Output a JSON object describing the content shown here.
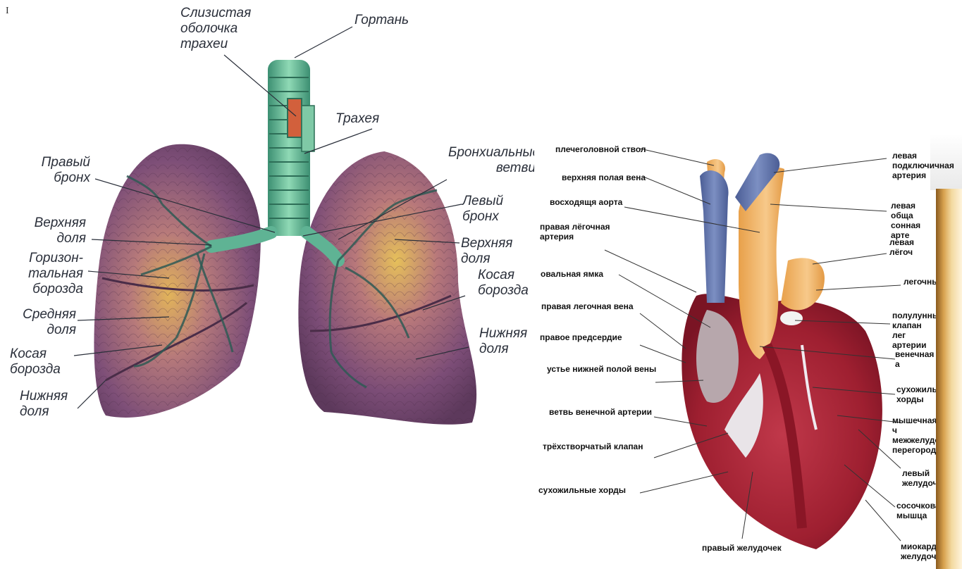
{
  "lungs": {
    "labels": {
      "mucosa": "Слизистая\nоболочка\nтрахеи",
      "larynx": "Гортань",
      "trachea": "Трахея",
      "bronchial_branches": "Бронхиальные\nветви",
      "right_bronchus": "Правый\nбронх",
      "left_bronchus": "Левый\nбронх",
      "upper_lobe_left": "Верхняя\nдоля",
      "horizontal_fissure": "Горизон-\nтальная\nборозда",
      "middle_lobe": "Средняя\nдоля",
      "oblique_fissure_left": "Косая\nборозда",
      "lower_lobe_left": "Нижняя\nдоля",
      "upper_lobe_right": "Верхняя доля",
      "oblique_fissure_right": "Косая\nборозда",
      "lower_lobe_right": "Нижняя\nдоля"
    },
    "corner_mark": "I"
  },
  "heart": {
    "labels": {
      "brachiocephalic": "плечеголовной ствол",
      "svc": "верхняя полая вена",
      "asc_aorta": "восходящя аорта",
      "r_pulm_artery": "правая лёгочная\nартерия",
      "fossa_ovalis": "овальная ямка",
      "r_pulm_vein": "правая легочная вена",
      "r_atrium": "правое предсердие",
      "ivc_ostium": "устье нижней полой вены",
      "coronary_branch": "ветвь венечной артерии",
      "tricuspid": "трёхстворчатый клапан",
      "chordae_left": "сухожильные хорды",
      "r_ventricle": "правый желудочек",
      "l_subclavian": "левая\nподключичная\nартерия",
      "l_carotid": "левая обща\nсонная арте",
      "l_pulm": "левая лёгоч",
      "pulm_trunk": "легочны",
      "semilunar": "полулунны\nклапан лег\nартерии",
      "coronary": "венечная а",
      "chordae_right": "сухожиль\nхорды",
      "septum": "мышечная ч\nмежжелудо\nперегород",
      "l_ventricle": "левый\nжелудочек",
      "papillary": "сосочкова\nмышца",
      "myocardium": "миокард\nжелудоч"
    }
  }
}
